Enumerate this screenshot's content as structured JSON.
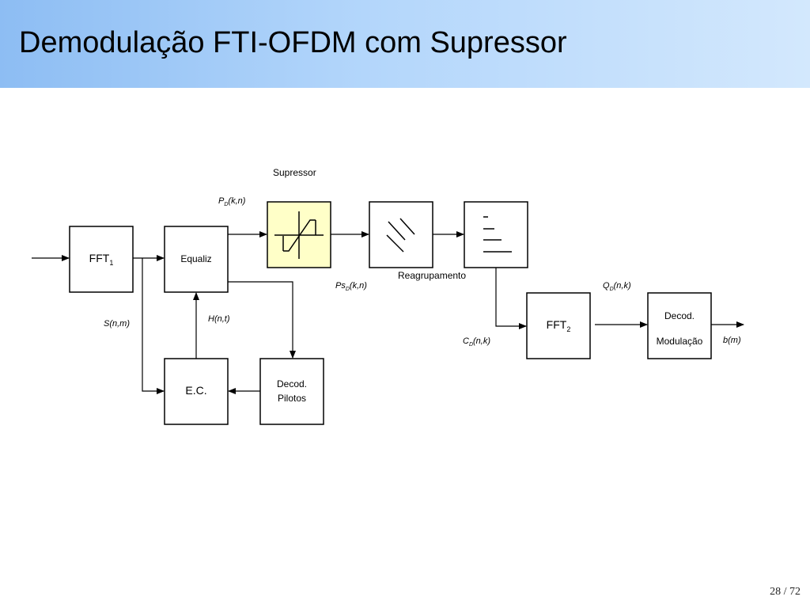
{
  "slide": {
    "title": "Demodulação FTI-OFDM com Supressor",
    "page_current": "28",
    "page_separator": "/",
    "page_total": "72"
  },
  "blocks": {
    "fft1": {
      "main": "FFT",
      "sub": "1"
    },
    "equaliz": "Equaliz",
    "supressor": "Supressor",
    "reagrupamento": "Reagrupamento",
    "fft2": {
      "main": "FFT",
      "sub": "2"
    },
    "decod_modulacao": {
      "line1": "Decod.",
      "line2": "Modulação"
    },
    "ec": "E.C.",
    "decod_pilotos": {
      "line1": "Decod.",
      "line2": "Pilotos"
    }
  },
  "signals": {
    "pd": {
      "main": "P",
      "sub": "D",
      "rest": "(k,n)"
    },
    "psd": {
      "main": "Ps",
      "sub": "D",
      "rest": "(k,n)"
    },
    "qd": {
      "main": "Q",
      "sub": "D",
      "rest": "(n,k)"
    },
    "cd": {
      "main": "C",
      "sub": "D",
      "rest": "(n,k)"
    },
    "s": "S(n,m)",
    "h": "H(n,t)",
    "b": "b(m)"
  },
  "colors": {
    "supressor_fill": "#ffffc8",
    "box_stroke": "#000000"
  }
}
